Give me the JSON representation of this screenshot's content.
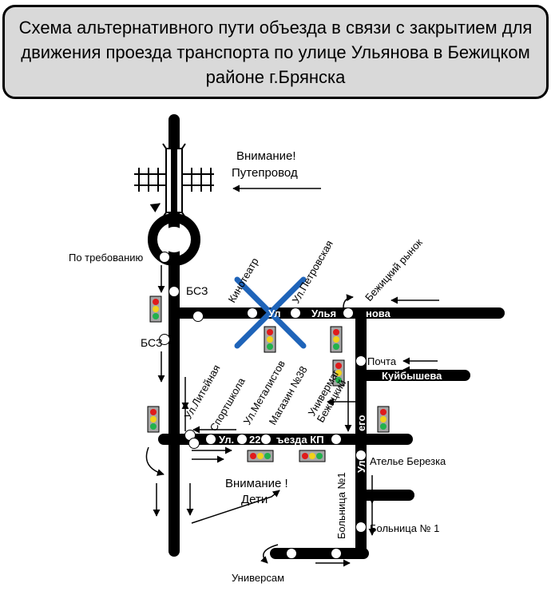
{
  "title": "Схема альтернативного пути объезда в связи с закрытием для движения проезда транспорта по улице Ульянова в Бежицком районе г.Брянска",
  "labels": {
    "attention_overpass_1": "Внимание!",
    "attention_overpass_2": "Путепровод",
    "on_demand": "По требованию",
    "bsz_top": "БСЗ",
    "bsz_left": "БСЗ",
    "kinoteatr": "Кинотеатр",
    "petrovskaya": "Ул.Петровская",
    "market": "Бежицкий рынок",
    "post": "Почта",
    "liteynaya": "Ул.Литейная",
    "sportshkola": "Спортшкола",
    "metallistov": "Ул.Металистов",
    "magazin38": "Магазин №38",
    "univermag": "Универмаг",
    "bezhitsky": "Бежицкий",
    "atelier": "Ателье Березка",
    "attention_children_1": "Внимание !",
    "attention_children_2": "Дети",
    "hospital_stop": "Больница № 1",
    "hospital_vertical": "Больница №1",
    "universam": "Универсам"
  },
  "road_labels": {
    "ulyanova_ul": "Ул",
    "ulyanova_mid": "Улья",
    "ulyanova_end": "нова",
    "kuibysheva": "Куйбышева",
    "congress_ul": "Ул.",
    "congress_mid": "22",
    "congress_end": "ъезда КП",
    "vertical_end": "его",
    "vertical_ul": "Ул"
  },
  "colors": {
    "road": "#000000",
    "closure_cross": "#1f64b9",
    "light_red": "#e01b1b",
    "light_yellow": "#f2d21a",
    "light_green": "#22b14c",
    "light_body": "#a6a6a6"
  },
  "icons": [
    "traffic-light-icon",
    "bus-stop-icon",
    "closure-cross-icon",
    "roundabout-icon",
    "overpass-icon",
    "direction-arrow-icon"
  ]
}
